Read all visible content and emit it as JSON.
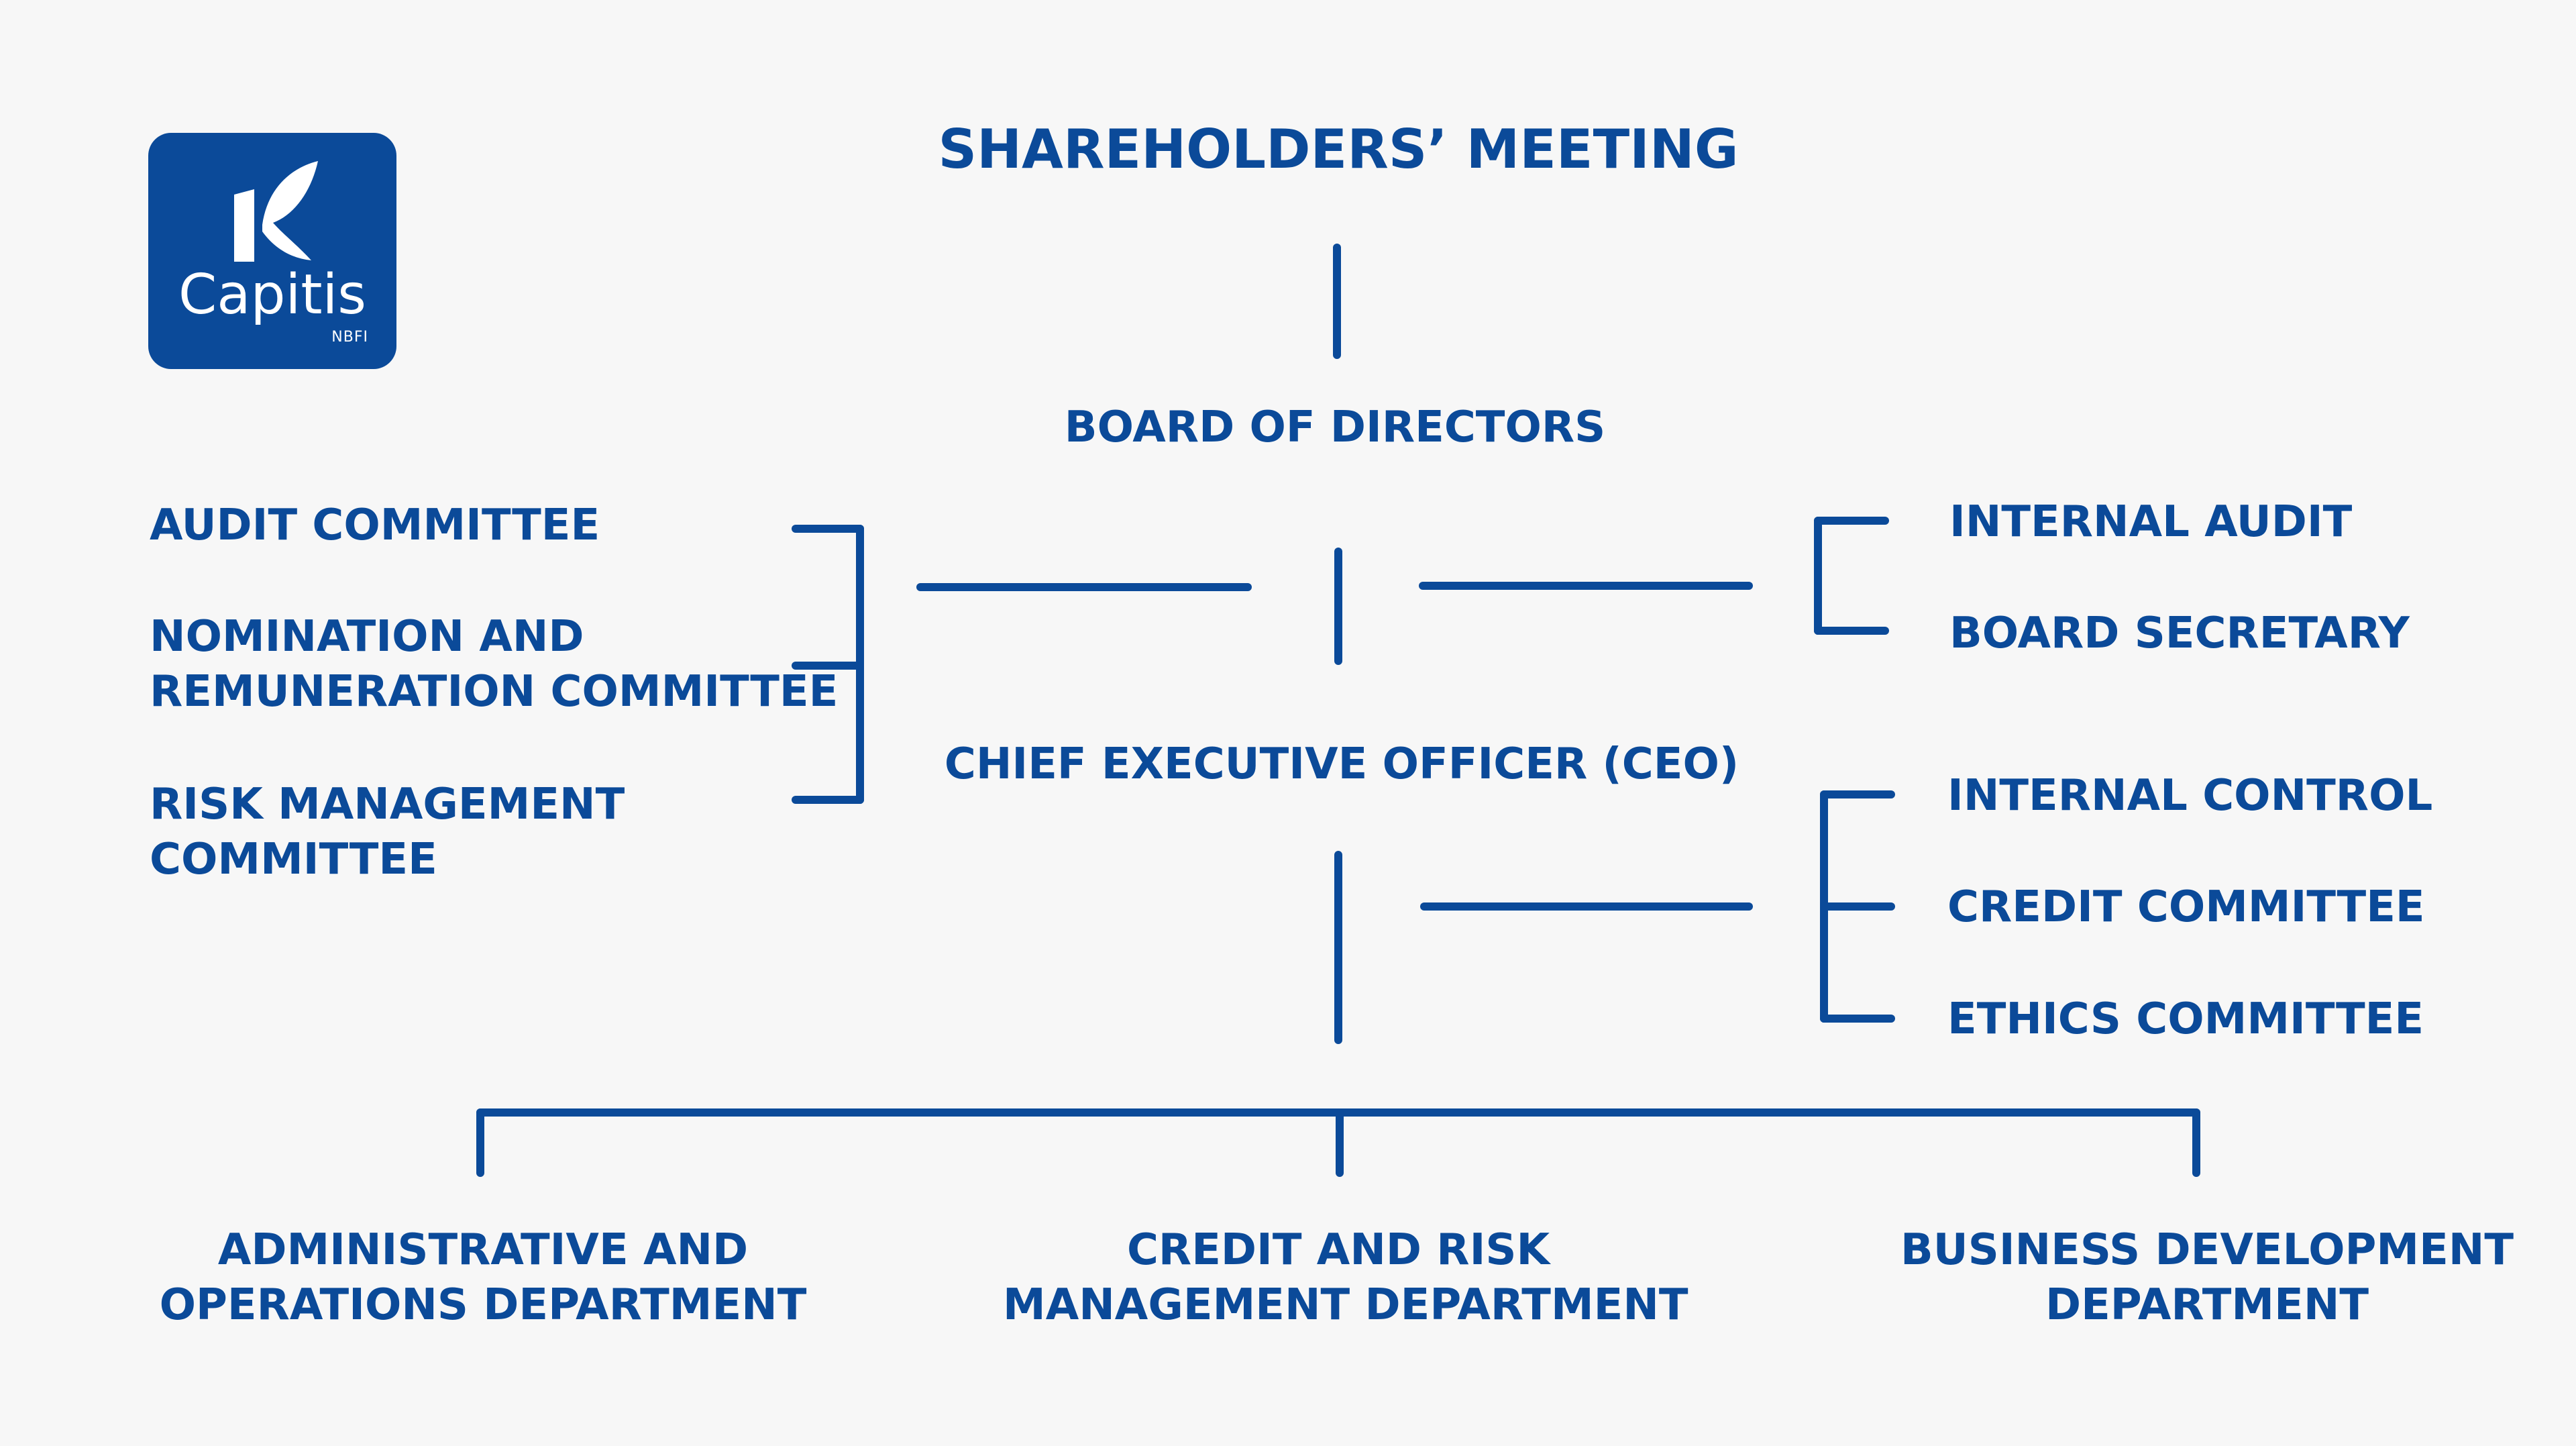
{
  "logo": {
    "name": "Capitis",
    "subtitle": "NBFI",
    "icon": "capitis-leaf-icon"
  },
  "chart": {
    "shareholders": "SHAREHOLDERS’ MEETING",
    "board": "BOARD OF DIRECTORS",
    "ceo": "CHIEF EXECUTIVE OFFICER (CEO)",
    "board_committees": [
      {
        "line1": "AUDIT COMMITTEE",
        "line2": ""
      },
      {
        "line1": "NOMINATION AND",
        "line2": "REMUNERATION COMMITTEE"
      },
      {
        "line1": "RISK MANAGEMENT",
        "line2": "COMMITTEE"
      }
    ],
    "board_units": [
      "INTERNAL AUDIT",
      "BOARD SECRETARY"
    ],
    "ceo_units": [
      "INTERNAL CONTROL",
      "CREDIT COMMITTEE",
      "ETHICS COMMITTEE"
    ],
    "departments": [
      {
        "line1": "ADMINISTRATIVE AND",
        "line2": "OPERATIONS DEPARTMENT"
      },
      {
        "line1": "CREDIT AND RISK",
        "line2": "MANAGEMENT DEPARTMENT"
      },
      {
        "line1": "BUSINESS DEVELOPMENT",
        "line2": "DEPARTMENT"
      }
    ]
  },
  "colors": {
    "primary": "#0b4a99",
    "background": "#f7f7f7"
  }
}
